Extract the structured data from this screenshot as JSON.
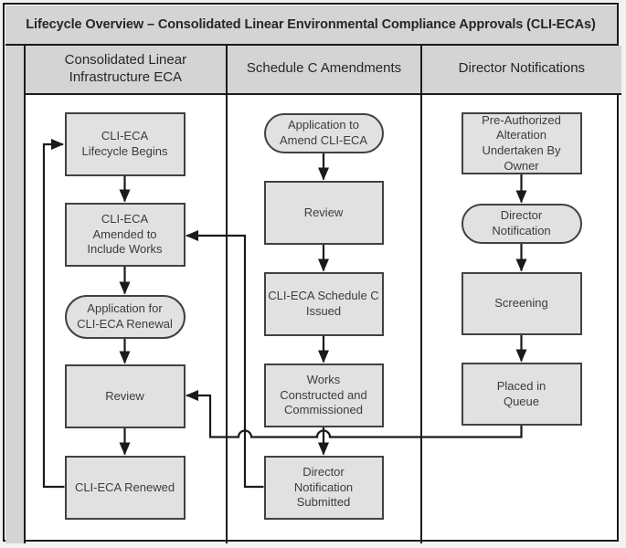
{
  "title": "Lifecycle Overview – Consolidated Linear Environmental Compliance Approvals (CLI-ECAs)",
  "columns": [
    {
      "header": "Consolidated Linear\nInfrastructure ECA"
    },
    {
      "header": "Schedule C Amendments"
    },
    {
      "header": "Director Notifications"
    }
  ],
  "nodes": {
    "c1": [
      {
        "label": "CLI-ECA\nLifecycle Begins",
        "shape": "rect"
      },
      {
        "label": "CLI-ECA\nAmended to\nInclude Works",
        "shape": "rect"
      },
      {
        "label": "Application for\nCLI-ECA Renewal",
        "shape": "stadium"
      },
      {
        "label": "Review",
        "shape": "rect"
      },
      {
        "label": "CLI-ECA Renewed",
        "shape": "rect"
      }
    ],
    "c2": [
      {
        "label": "Application to\nAmend CLI-ECA",
        "shape": "stadium"
      },
      {
        "label": "Review",
        "shape": "rect"
      },
      {
        "label": "CLI-ECA Schedule C\nIssued",
        "shape": "rect"
      },
      {
        "label": "Works\nConstructed and\nCommissioned",
        "shape": "rect"
      },
      {
        "label": "Director\nNotification\nSubmitted",
        "shape": "rect"
      }
    ],
    "c3": [
      {
        "label": "Pre-Authorized\nAlteration\nUndertaken By\nOwner",
        "shape": "rect"
      },
      {
        "label": "Director\nNotification",
        "shape": "stadium"
      },
      {
        "label": "Screening",
        "shape": "rect"
      },
      {
        "label": "Placed in\nQueue",
        "shape": "rect"
      }
    ]
  },
  "edges": [
    {
      "from": "CLI-ECA Lifecycle Begins",
      "to": "CLI-ECA Amended to Include Works"
    },
    {
      "from": "CLI-ECA Amended to Include Works",
      "to": "Application for CLI-ECA Renewal"
    },
    {
      "from": "Application for CLI-ECA Renewal",
      "to": "Review (Consolidated Linear Infrastructure ECA)"
    },
    {
      "from": "Review (Consolidated Linear Infrastructure ECA)",
      "to": "CLI-ECA Renewed"
    },
    {
      "from": "CLI-ECA Renewed",
      "to": "CLI-ECA Lifecycle Begins"
    },
    {
      "from": "Application to Amend CLI-ECA",
      "to": "Review (Schedule C Amendments)"
    },
    {
      "from": "Review (Schedule C Amendments)",
      "to": "CLI-ECA Schedule C Issued"
    },
    {
      "from": "CLI-ECA Schedule C Issued",
      "to": "Works Constructed and Commissioned"
    },
    {
      "from": "Works Constructed and Commissioned",
      "to": "Director Notification Submitted"
    },
    {
      "from": "Director Notification Submitted",
      "to": "CLI-ECA Amended to Include Works"
    },
    {
      "from": "Pre-Authorized Alteration Undertaken By Owner",
      "to": "Director Notification"
    },
    {
      "from": "Director Notification",
      "to": "Screening"
    },
    {
      "from": "Screening",
      "to": "Placed in Queue"
    },
    {
      "from": "Placed in Queue",
      "to": "Review (Consolidated Linear Infrastructure ECA)"
    }
  ],
  "colors": {
    "panel_fill": "#d4d4d4",
    "node_fill": "#e1e1e1",
    "node_border": "#414141",
    "line": "#1a1a1a",
    "background": "#ffffff",
    "text": "#3c3c3c"
  }
}
